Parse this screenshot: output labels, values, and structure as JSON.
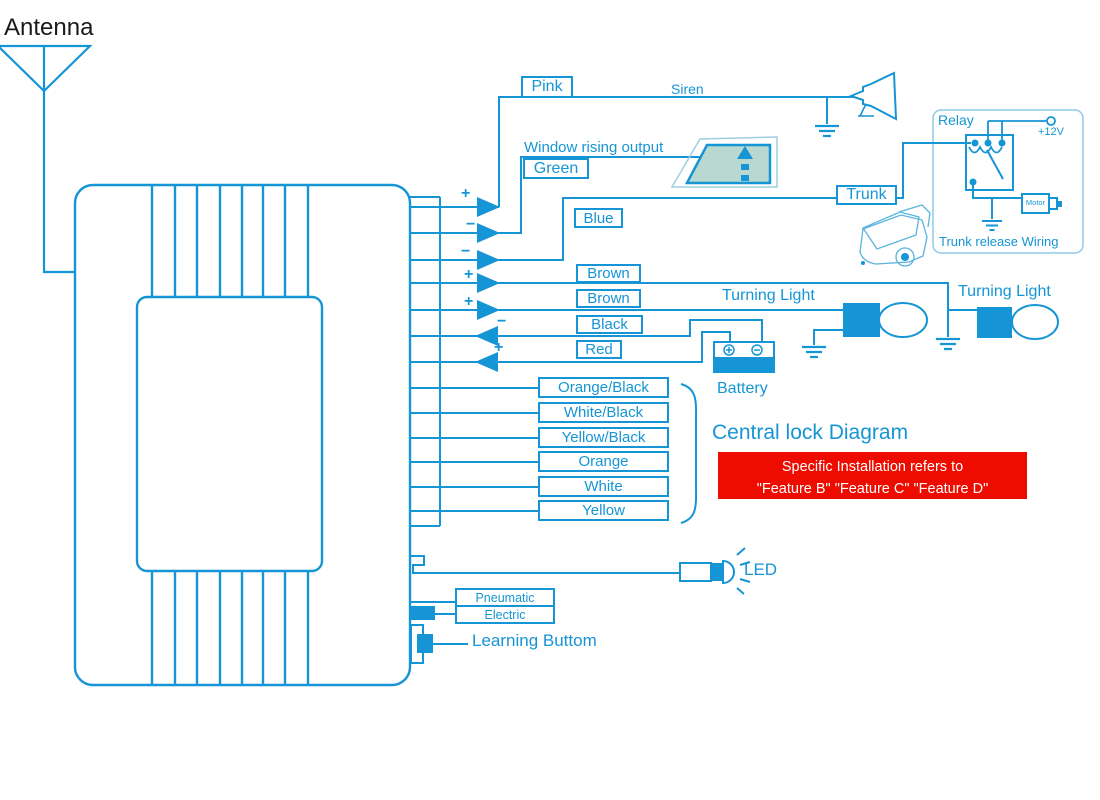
{
  "colors": {
    "line": "#1595d5",
    "light_line": "#8ecbe8",
    "warning_bg": "#ee0b00",
    "window_fill": "#b9d8d0",
    "antenna_text": "#1a1a1a"
  },
  "labels": {
    "antenna": "Antenna",
    "pink": "Pink",
    "siren": "Siren",
    "window_rising_output": "Window rising output",
    "green": "Green",
    "blue": "Blue",
    "trunk": "Trunk",
    "relay": "Relay",
    "plus12v": "+12V",
    "motor": "Motor",
    "trunk_release": "Trunk release Wiring",
    "brown1": "Brown",
    "brown2": "Brown",
    "black": "Black",
    "red": "Red",
    "turning_light_left": "Turning Light",
    "turning_light_right": "Turning Light",
    "battery": "Battery",
    "title": "Central lock Diagram",
    "warning_line1": "Specific Installation refers to",
    "warning_line2": "\"Feature B\" \"Feature C\" \"Feature D\"",
    "led": "LED",
    "pneumatic": "Pneumatic",
    "electric": "Electric",
    "learning_button": "Learning Buttom"
  },
  "harness": [
    "Orange/Black",
    "White/Black",
    "Yellow/Black",
    "Orange",
    "White",
    "Yellow"
  ],
  "polarity": {
    "pink": "+",
    "green": "−",
    "blue": "−",
    "brown1": "+",
    "brown2": "+",
    "black": "−",
    "red": "+"
  }
}
